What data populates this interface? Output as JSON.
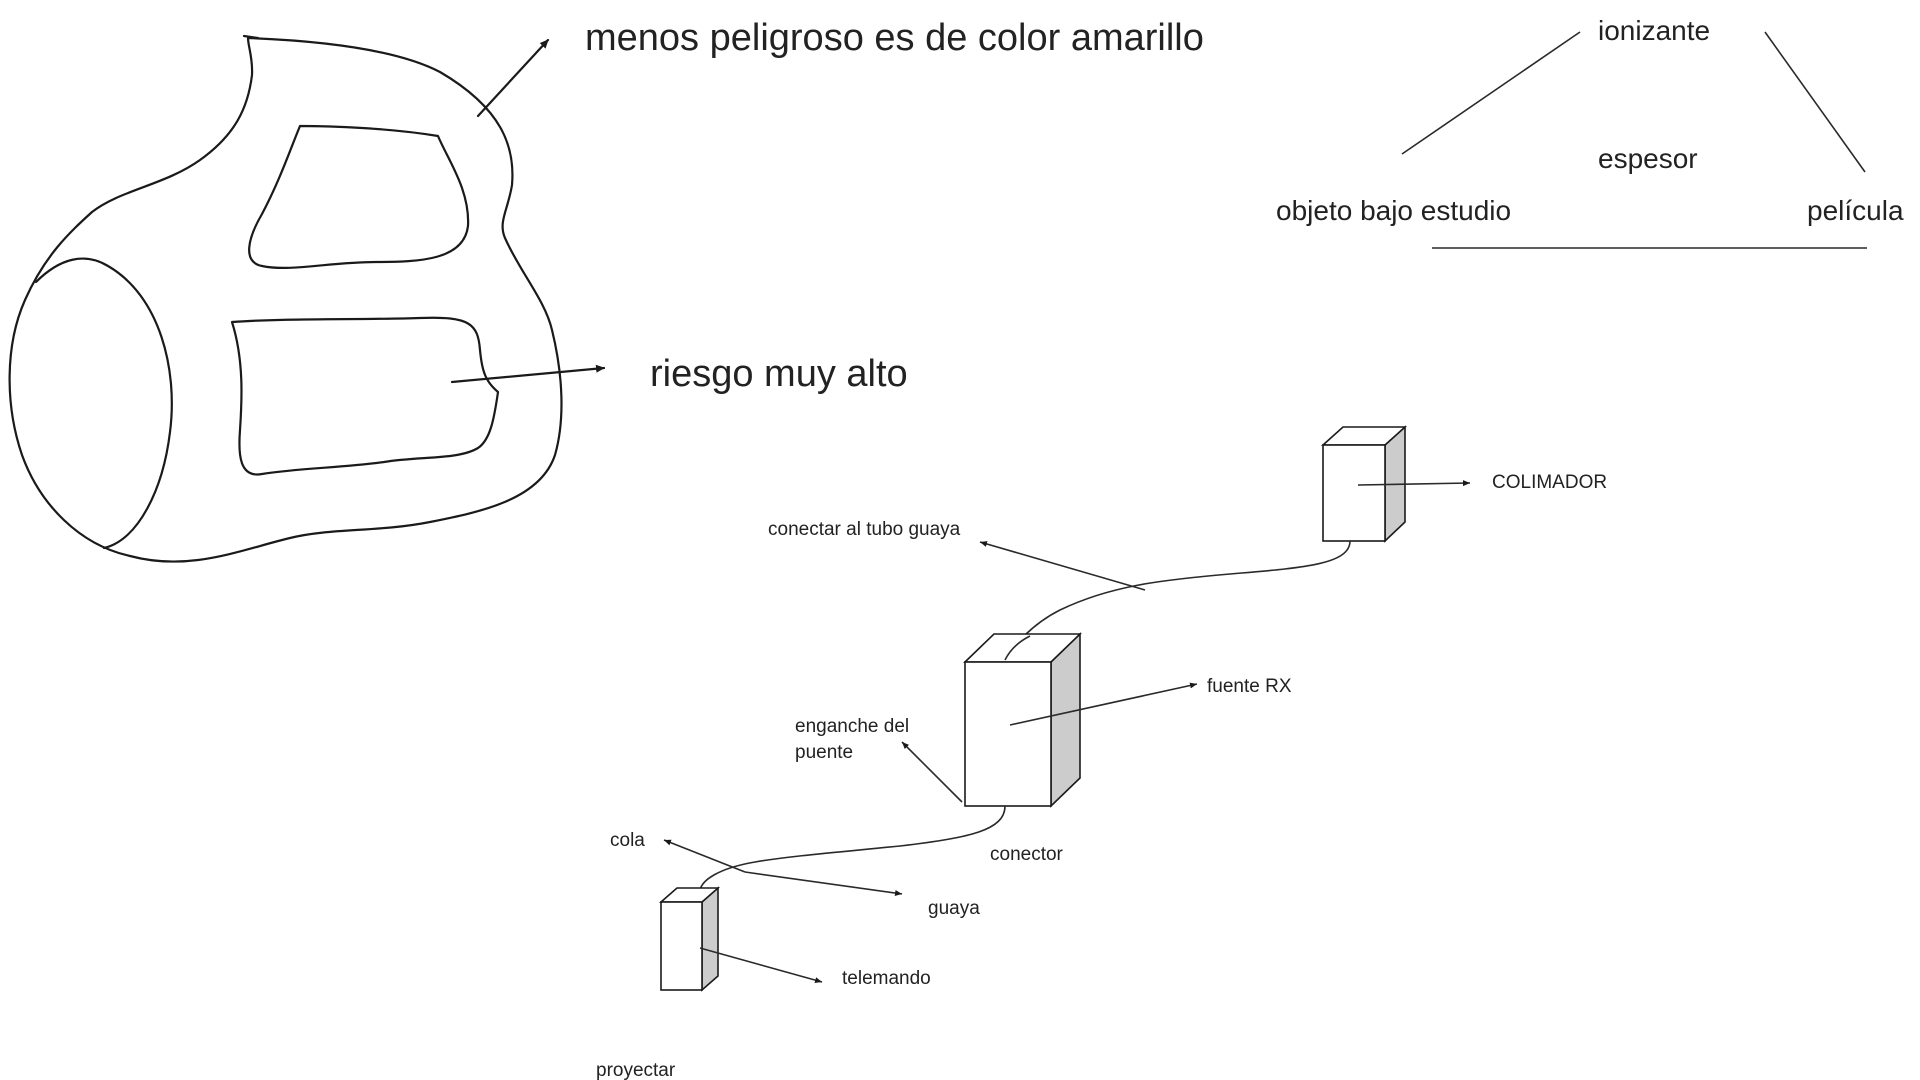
{
  "hazard_sign": {
    "label_outer": "menos peligroso es de color amarillo",
    "label_inner": "riesgo muy alto"
  },
  "triangle": {
    "top": "ionizante",
    "middle": "espesor",
    "left": "objeto bajo estudio",
    "right": "película"
  },
  "equipment": {
    "collimator": "COLIMADOR",
    "connect_tube": "conectar al tubo guaya",
    "source": "fuente RX",
    "bridge_hook": "enganche del puente",
    "connector": "conector",
    "tail": "cola",
    "cable": "guaya",
    "remote": "telemando",
    "project": "proyectar"
  },
  "colors": {
    "stroke": "#1a1a1a",
    "box_side": "#cccccc",
    "text": "#222222"
  }
}
